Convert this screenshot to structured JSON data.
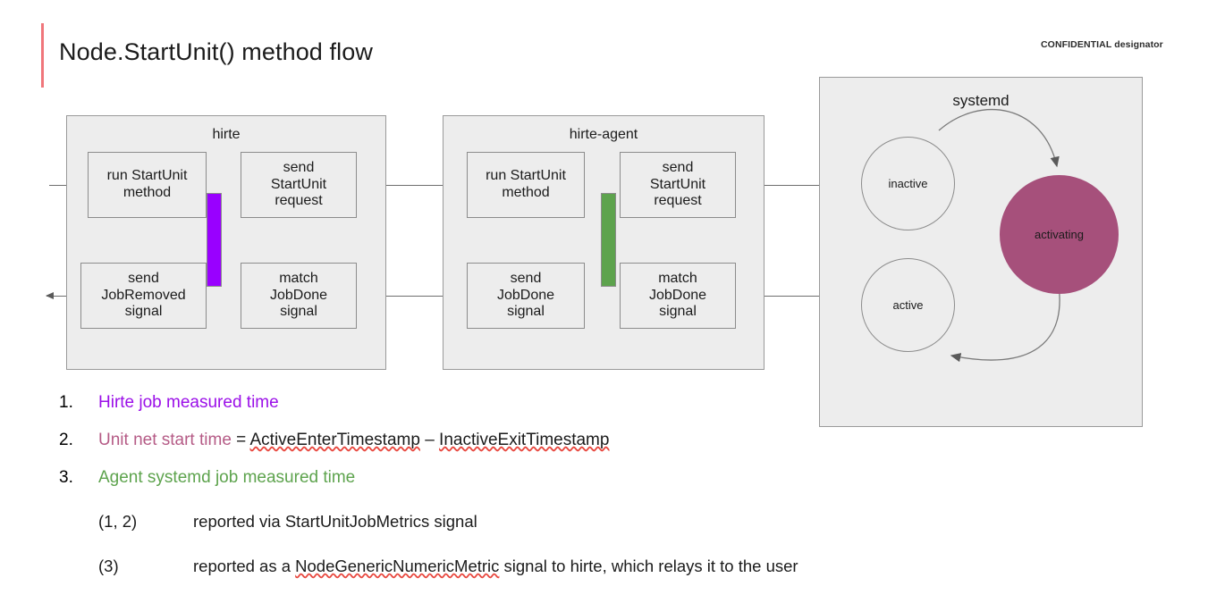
{
  "header": {
    "title": "Node.StartUnit() method flow",
    "confidential": "CONFIDENTIAL designator",
    "accent_color": "#f0767b"
  },
  "colors": {
    "hirte_marker": "#9900ff",
    "agent_marker": "#5da34d",
    "activating_fill": "#a6507b",
    "list_item_1": "#9b0fe8",
    "list_item_2": "#b55b86",
    "list_item_3": "#5da34d",
    "container_fill": "#ededed",
    "stroke": "#8c8c8c"
  },
  "diagram": {
    "containers": [
      {
        "name": "hirte",
        "title": "hirte",
        "nodes": [
          {
            "id": "run-startunit-method",
            "label": "run StartUnit\nmethod"
          },
          {
            "id": "send-startunit-request",
            "label": "send\nStartUnit\nrequest"
          },
          {
            "id": "send-jobremoved-signal",
            "label": "send\nJobRemoved\nsignal"
          },
          {
            "id": "match-jobdone-signal",
            "label": "match\nJobDone\nsignal"
          }
        ],
        "marker": {
          "id": "hirte-job-measured-time-marker",
          "color": "#9900ff"
        }
      },
      {
        "name": "hirte-agent",
        "title": "hirte-agent",
        "nodes": [
          {
            "id": "run-startunit-method",
            "label": "run StartUnit\nmethod"
          },
          {
            "id": "send-startunit-request",
            "label": "send\nStartUnit\nrequest"
          },
          {
            "id": "send-jobdone-signal",
            "label": "send\nJobDone\nsignal"
          },
          {
            "id": "match-jobdone-signal",
            "label": "match\nJobDone\nsignal"
          }
        ],
        "marker": {
          "id": "agent-systemd-job-measured-time-marker",
          "color": "#5da34d"
        }
      },
      {
        "name": "systemd",
        "title": "systemd",
        "states": [
          {
            "id": "inactive",
            "label": "inactive",
            "filled": false
          },
          {
            "id": "active",
            "label": "active",
            "filled": false
          },
          {
            "id": "activating",
            "label": "activating",
            "filled": true
          }
        ]
      }
    ]
  },
  "list": {
    "items": [
      {
        "num": "1.",
        "text": "Hirte job measured time",
        "color": "#9b0fe8",
        "suffix": ""
      },
      {
        "num": "2.",
        "text": "Unit net start time",
        "color": "#b55b86",
        "suffix_eq": " = ",
        "suffix_a": "ActiveEnterTimestamp",
        "suffix_dash": " – ",
        "suffix_b": "InactiveExitTimestamp"
      },
      {
        "num": "3.",
        "text": "Agent systemd job measured time",
        "color": "#5da34d",
        "suffix": ""
      }
    ],
    "notes": [
      {
        "label": "(1, 2)",
        "text_pre": "reported via ",
        "text_term": "StartUnitJobMetrics",
        "text_post": " signal",
        "term_underlined": false
      },
      {
        "label": "(3)",
        "text_pre": "reported as a ",
        "text_term": "NodeGenericNumericMetric",
        "text_post": " signal to hirte, which relays it to the user",
        "term_underlined": true
      }
    ]
  }
}
